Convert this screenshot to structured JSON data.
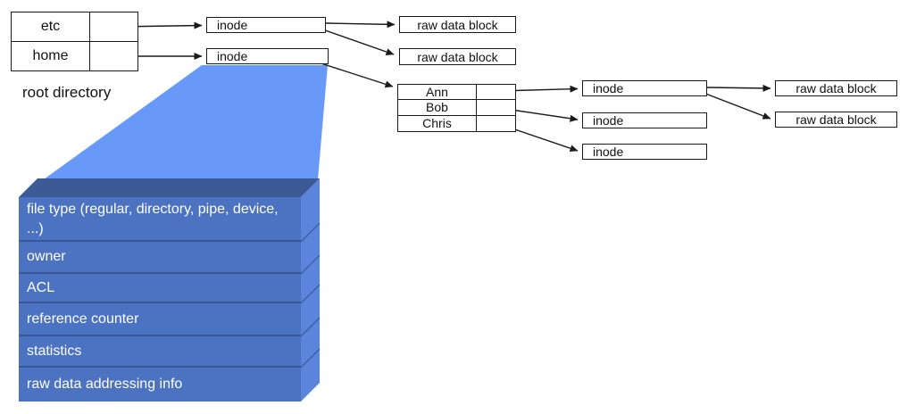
{
  "colors": {
    "funnel": "#6899F8",
    "box_top": "#3C5A96",
    "box_front": "#4C72C2",
    "box_side": "#5B84DB",
    "box_separator": "#3A5795",
    "line": "#1a1a1a"
  },
  "root_directory": {
    "label": "root directory",
    "entries": [
      "etc",
      "home"
    ]
  },
  "top_inodes": [
    "inode",
    "inode"
  ],
  "top_raw_blocks": [
    "raw data block",
    "raw data block"
  ],
  "home_directory": {
    "entries": [
      "Ann",
      "Bob",
      "Chris"
    ]
  },
  "right_inodes": [
    "inode",
    "inode",
    "inode"
  ],
  "right_raw_blocks": [
    "raw data block",
    "raw data block"
  ],
  "inode_detail": {
    "fields": [
      "file type (regular, directory, pipe, device, ...)",
      "owner",
      "ACL",
      "reference counter",
      "statistics",
      "raw data addressing info"
    ]
  }
}
